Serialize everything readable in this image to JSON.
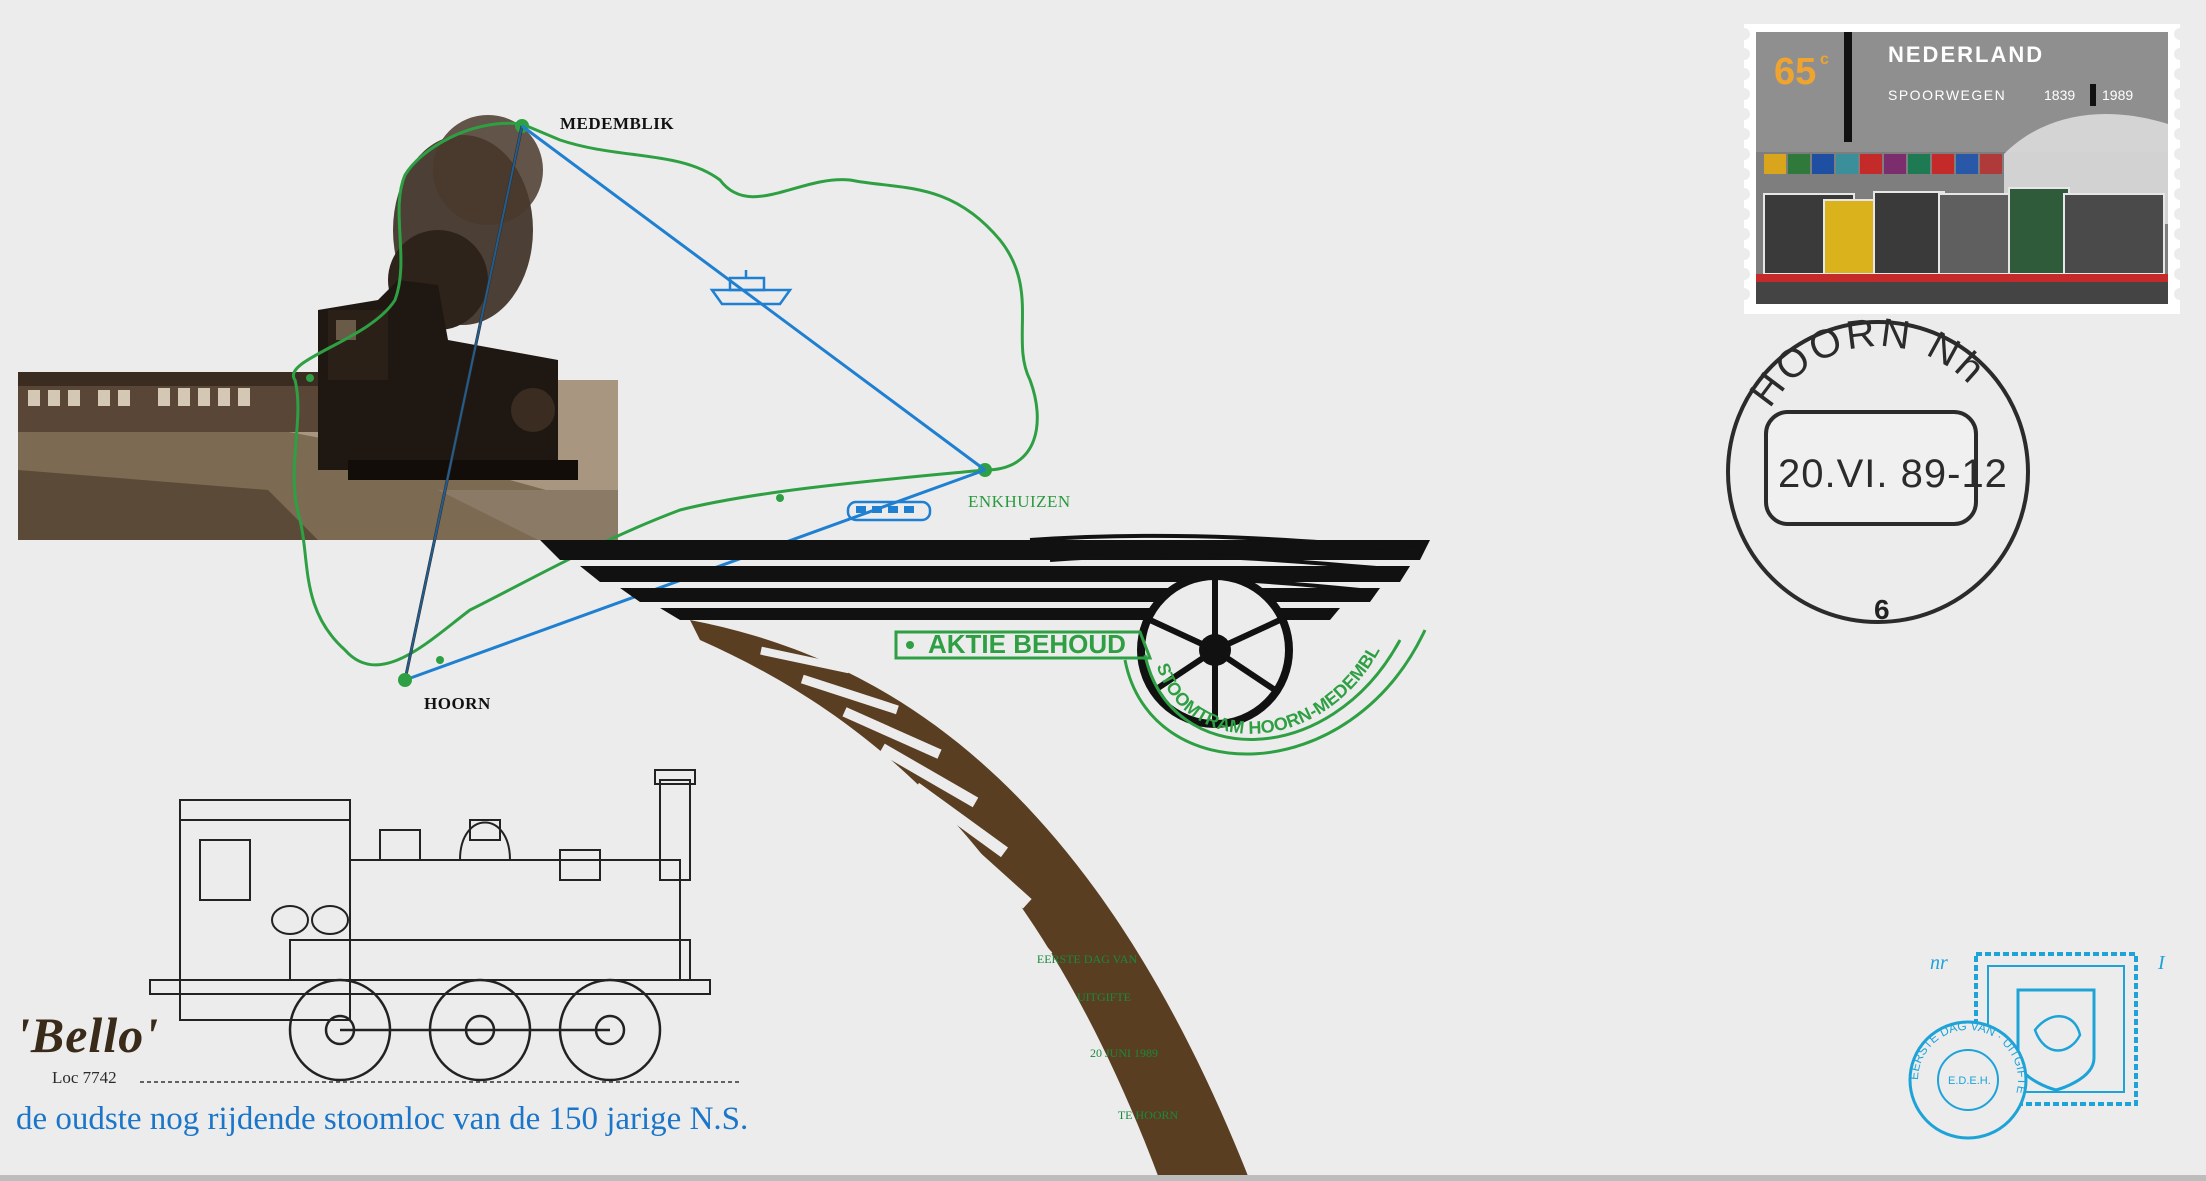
{
  "map": {
    "medemblik": "MEDEMBLIK",
    "enkhuizen": "ENKHUIZEN",
    "hoorn": "HOORN"
  },
  "emblem": {
    "aktie": "AKTIE BEHOUD",
    "stoomtram": "STOOMTRAM HOORN-MEDEMBLIK"
  },
  "bello": {
    "title": "'Bello'",
    "loc": "Loc 7742",
    "caption": "de oudste nog rijdende stoomloc van de 150 jarige N.S."
  },
  "rail_texts": [
    "EERSTE DAG VAN",
    "UITGIFTE",
    "20 JUNI 1989",
    "TE HOORN"
  ],
  "stamp": {
    "value": "65",
    "cent": "c",
    "country": "NEDERLAND",
    "theme": "SPOORWEGEN",
    "year_start": "1839",
    "year_end": "1989"
  },
  "postmark": {
    "place": "HOORN Nh",
    "date": "20.VI. 89-12",
    "number": "6"
  },
  "edeh": {
    "nr_label": "nr",
    "nr_value": "I",
    "ring_text": "EERSTE DAG VAN · UITGIFTE",
    "center": "E.D.E.H."
  },
  "colors": {
    "green_route": "#2ea043",
    "blue_route": "#1f7fd1",
    "sepia": "#4a3728",
    "rail_brown": "#5a3e22",
    "edeh_blue": "#1da3d8"
  }
}
